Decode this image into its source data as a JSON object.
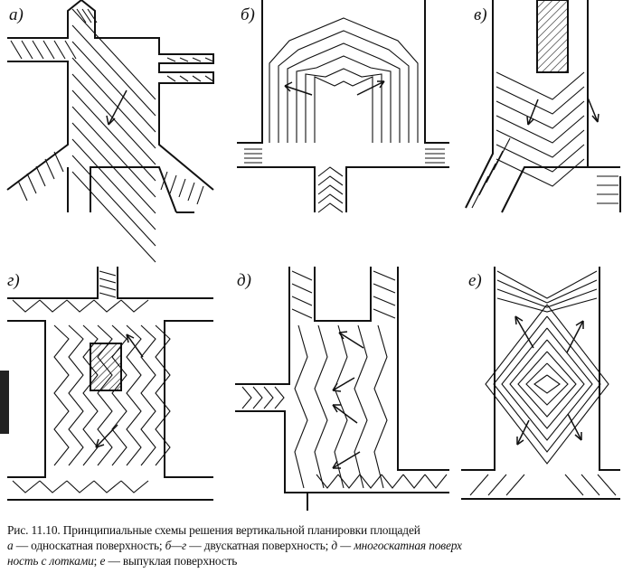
{
  "figure": {
    "panels": [
      {
        "id": "a",
        "label": "а)"
      },
      {
        "id": "b",
        "label": "б)"
      },
      {
        "id": "v",
        "label": "в)"
      },
      {
        "id": "g",
        "label": "г)"
      },
      {
        "id": "d",
        "label": "д)"
      },
      {
        "id": "e",
        "label": "е)"
      }
    ]
  },
  "caption": {
    "title": "Рис. 11.10. Принципиальные схемы решения вертикальной планировки площадей",
    "line2_label_a": "а",
    "line2_text_a": " — односкатная поверхность; ",
    "line2_label_b": "б—г",
    "line2_text_b": " — двускатная поверхность; ",
    "line2_label_d": "д — многоскатная поверх",
    "line3_label_d": "ность с лотками",
    "line3_sep": "; ",
    "line3_label_e": "е",
    "line3_text_e": " — выпуклая поверхность"
  }
}
